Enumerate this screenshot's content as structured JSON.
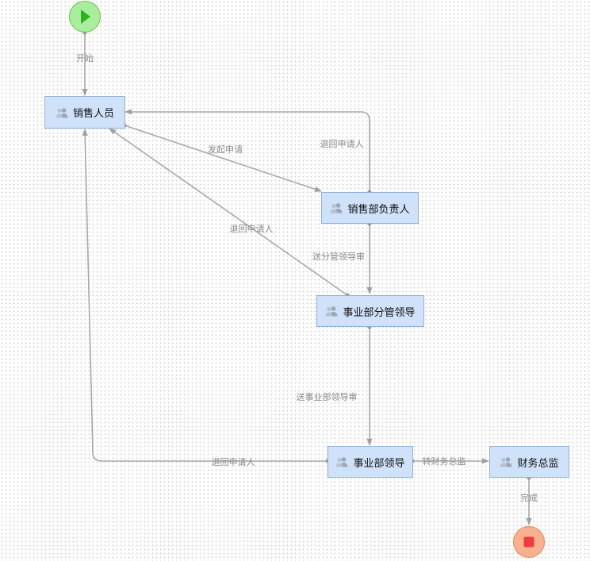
{
  "nodes": {
    "sales": "销售人员",
    "dept_head": "销售部负责人",
    "division_mgr": "事业部分管领导",
    "division_leader": "事业部领导",
    "cfo": "财务总监"
  },
  "edges": {
    "start": "开始",
    "submit": "发起申请",
    "return_1": "退回申请人",
    "return_2": "退回申请人",
    "to_mgr": "送分管领导审",
    "to_leader": "送事业部领导审",
    "return_3": "退回申请人",
    "to_cfo": "转财务总监",
    "finish": "完成"
  },
  "icons": {
    "start": "play-icon",
    "end": "stop-icon",
    "task": "user-group-icon"
  },
  "colors": {
    "task_fill": "#cfe2fa",
    "task_border": "#8fb1dc",
    "start_fill": "#a8ee9c",
    "start_glyph": "#2bb41f",
    "end_fill": "#f9b08f",
    "end_glyph": "#ea3e3e",
    "edge": "#a8a8a8"
  }
}
